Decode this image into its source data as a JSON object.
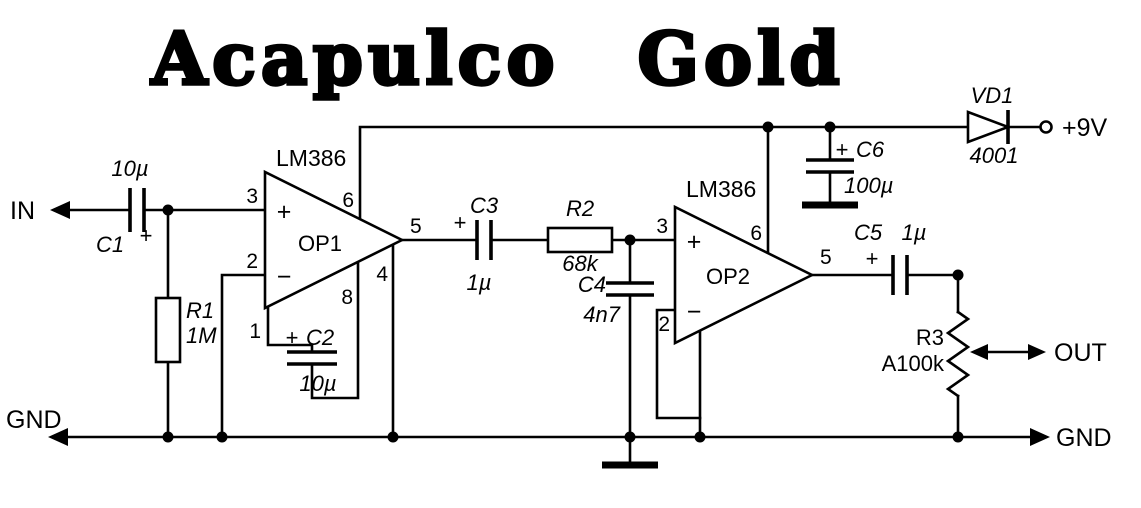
{
  "title": "Acapulco Gold",
  "terminals": {
    "in": "IN",
    "out": "OUT",
    "gnd_left": "GND",
    "gnd_right": "GND",
    "supply": "+9V"
  },
  "op1": {
    "chip": "LM386",
    "name": "OP1",
    "plus": "+",
    "minus": "−",
    "pin1": "1",
    "pin2": "2",
    "pin3": "3",
    "pin4": "4",
    "pin5": "5",
    "pin6": "6",
    "pin8": "8"
  },
  "op2": {
    "chip": "LM386",
    "name": "OP2",
    "plus": "+",
    "minus": "−",
    "pin2": "2",
    "pin3": "3",
    "pin5": "5",
    "pin6": "6"
  },
  "components": {
    "c1": {
      "name": "C1",
      "value": "10µ",
      "polarity": "+"
    },
    "c2": {
      "name": "C2",
      "value": "10µ",
      "polarity": "+"
    },
    "c3": {
      "name": "C3",
      "value": "1µ",
      "polarity": "+"
    },
    "c4": {
      "name": "C4",
      "value": "4n7"
    },
    "c5": {
      "name": "C5",
      "value": "1µ",
      "polarity": "+"
    },
    "c6": {
      "name": "C6",
      "value": "100µ",
      "polarity": "+"
    },
    "r1": {
      "name": "R1",
      "value": "1M"
    },
    "r2": {
      "name": "R2",
      "value": "68k"
    },
    "r3": {
      "name": "R3",
      "value": "A100k"
    },
    "vd1": {
      "name": "VD1",
      "value": "4001"
    }
  }
}
